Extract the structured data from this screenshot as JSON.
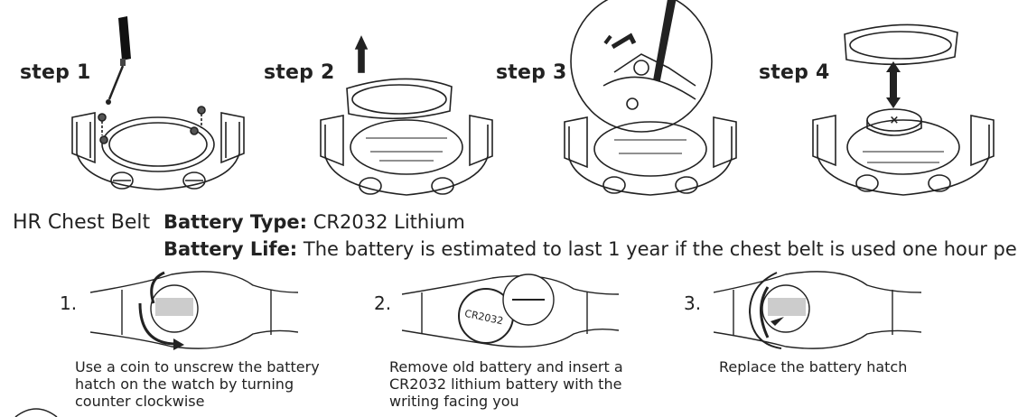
{
  "steps": [
    {
      "label": "step 1"
    },
    {
      "label": "step 2"
    },
    {
      "label": "step 3"
    },
    {
      "label": "step 4"
    }
  ],
  "hr_section": {
    "title": "HR Chest Belt",
    "battery_type_label": "Battery Type:",
    "battery_type_value": "CR2032 Lithium",
    "battery_life_label": "Battery Life:",
    "battery_life_value": "The battery is estimated to last 1 year if the chest belt is used one hour per day."
  },
  "belt_steps": [
    {
      "number": "1.",
      "caption_lines": [
        "Use a coin to unscrew the battery",
        "hatch on the watch by turning",
        "counter clockwise"
      ]
    },
    {
      "number": "2.",
      "caption_lines": [
        "Remove old battery and insert a",
        "CR2032 lithium battery with the",
        "writing facing you"
      ]
    },
    {
      "number": "3.",
      "caption_lines": [
        "Replace the battery hatch"
      ]
    }
  ],
  "battery_marking": "CR2032",
  "battery_mark_symbol": "×"
}
